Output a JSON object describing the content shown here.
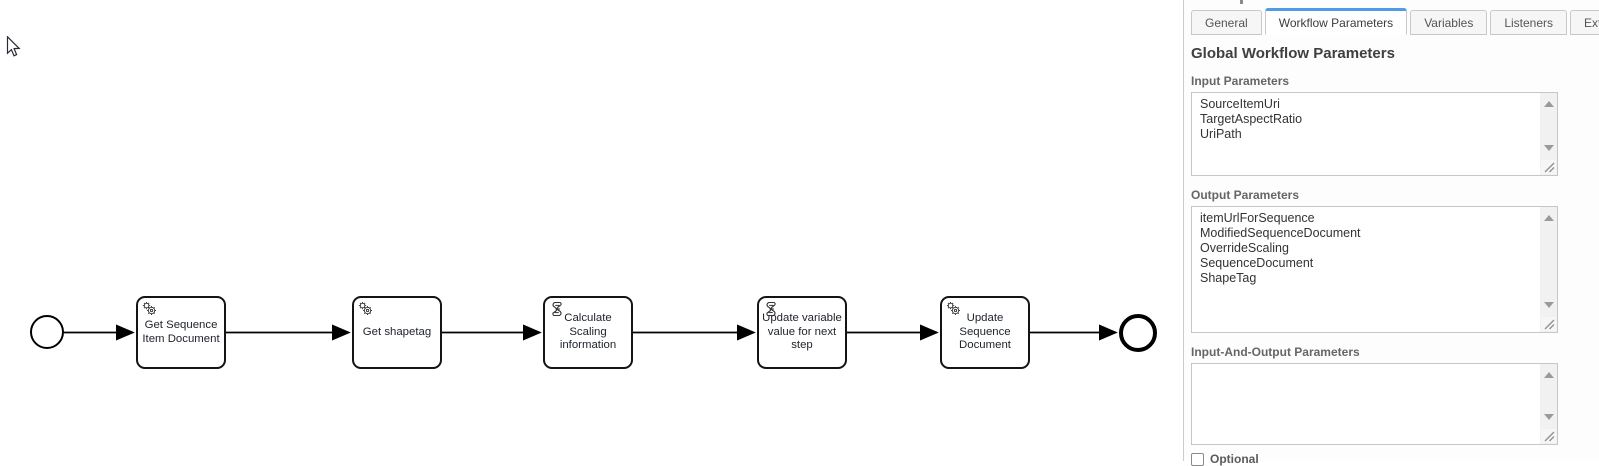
{
  "diagram": {
    "start_event": {
      "type": "start-event"
    },
    "end_event": {
      "type": "end-event"
    },
    "tasks": [
      {
        "label": "Get Sequence Item Document",
        "type": "service-task"
      },
      {
        "label": "Get shapetag",
        "type": "service-task"
      },
      {
        "label": "Calculate Scaling information",
        "type": "script-task"
      },
      {
        "label": "Update variable value for next step",
        "type": "script-task"
      },
      {
        "label": "Update Sequence Document",
        "type": "service-task"
      }
    ]
  },
  "panel": {
    "tabs": [
      {
        "label": "General",
        "active": false
      },
      {
        "label": "Workflow Parameters",
        "active": true
      },
      {
        "label": "Variables",
        "active": false
      },
      {
        "label": "Listeners",
        "active": false
      },
      {
        "label": "Extensions",
        "active": false
      }
    ],
    "heading": "Global Workflow Parameters",
    "sections": [
      {
        "label": "Input Parameters",
        "items": [
          "SourceItemUri",
          "TargetAspectRatio",
          "UriPath"
        ]
      },
      {
        "label": "Output Parameters",
        "items": [
          "itemUrlForSequence",
          "ModifiedSequenceDocument",
          "OverrideScaling",
          "SequenceDocument",
          "ShapeTag"
        ]
      },
      {
        "label": "Input-And-Output Parameters",
        "items": []
      }
    ],
    "optional": {
      "label": "Optional",
      "checked": false
    }
  },
  "colors": {
    "accent": "#4e9ce8",
    "task_stroke": "#141414",
    "panel_border": "#cccccc"
  }
}
